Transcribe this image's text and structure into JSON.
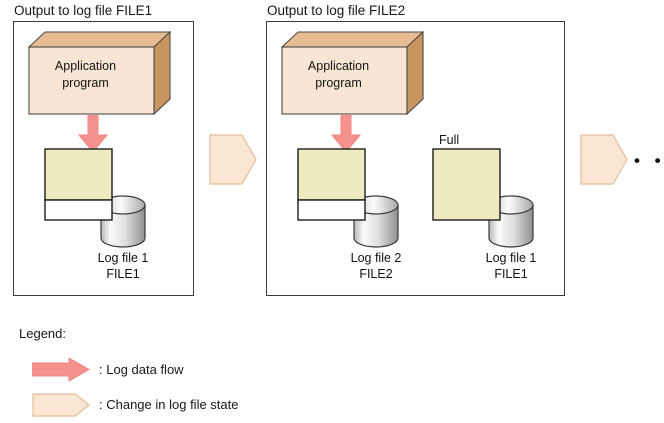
{
  "diagram": {
    "title_hidden": "",
    "panels": [
      {
        "title": "Output to log file FILE1",
        "app": {
          "line1": "Application",
          "line2": "program"
        },
        "files": [
          {
            "caption1": "Log file 1",
            "caption2": "FILE1",
            "state": "writing",
            "full_label": ""
          }
        ]
      },
      {
        "title": "Output to log file FILE2",
        "app": {
          "line1": "Application",
          "line2": "program"
        },
        "files": [
          {
            "caption1": "Log file 2",
            "caption2": "FILE2",
            "state": "writing",
            "full_label": ""
          },
          {
            "caption1": "Log file 1",
            "caption2": "FILE1",
            "state": "full",
            "full_label": "Full"
          }
        ]
      }
    ],
    "continuation": "•  •  •",
    "legend": {
      "title": "Legend:",
      "items": [
        {
          "glyph": "red-right-arrow-icon",
          "text": ": Log data flow"
        },
        {
          "glyph": "peach-chevron-icon",
          "text": ": Change in log file state"
        }
      ]
    },
    "colors": {
      "arrow_red": "#F4918C",
      "arrow_red_edge": "#E9736E",
      "chevron_fill": "#FAE6D2",
      "chevron_edge": "#E5BE9A",
      "log_yellow": "#EDEBBF",
      "log_white": "#FFFFFF",
      "box_front": "#F7E3D1",
      "box_top": "#E0B184",
      "box_side": "#C79159",
      "cylinder_light": "#FDFDFD",
      "cylinder_dark": "#9A9A9A",
      "outline": "#3A3A3A"
    }
  }
}
